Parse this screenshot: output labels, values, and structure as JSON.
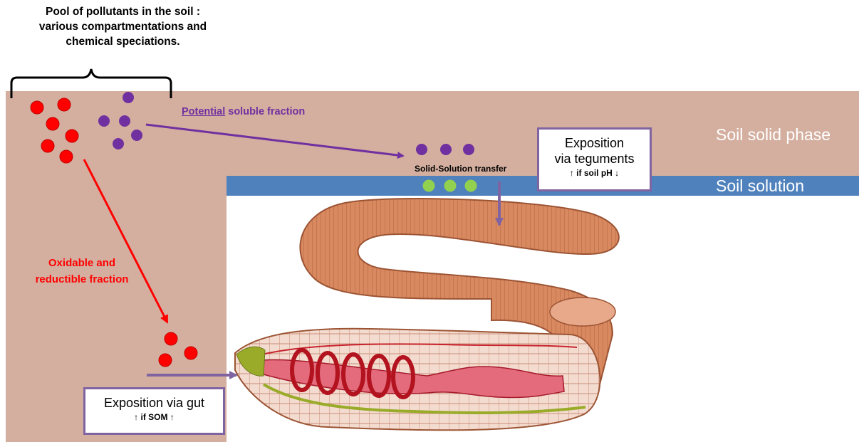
{
  "title": {
    "lines": [
      "Pool of pollutants in the soil :",
      "various compartmentations and",
      "chemical speciations."
    ]
  },
  "zones": {
    "solid_phase": "Soil solid phase",
    "solution": "Soil solution"
  },
  "arrows": {
    "soluble_underlined": "Potential",
    "soluble_rest": " soluble fraction",
    "transfer": "Solid-Solution transfer",
    "oxidable_lines": [
      "Oxidable and",
      "reductible fraction"
    ]
  },
  "boxes": {
    "teguments": {
      "line1": "Exposition",
      "line2": "via teguments",
      "condition": "↑ if soil pH ↓"
    },
    "gut": {
      "line1": "Exposition via gut",
      "condition": "↑ if SOM ↑"
    }
  },
  "colors": {
    "soil": "#D4AF9F",
    "solution": "#4F81BD",
    "red_pollutant": "#FF0000",
    "purple_pollutant": "#7030A0",
    "green_pollutant": "#92D050",
    "box_border": "#8064A2",
    "worm_skin": "#D9895F"
  }
}
